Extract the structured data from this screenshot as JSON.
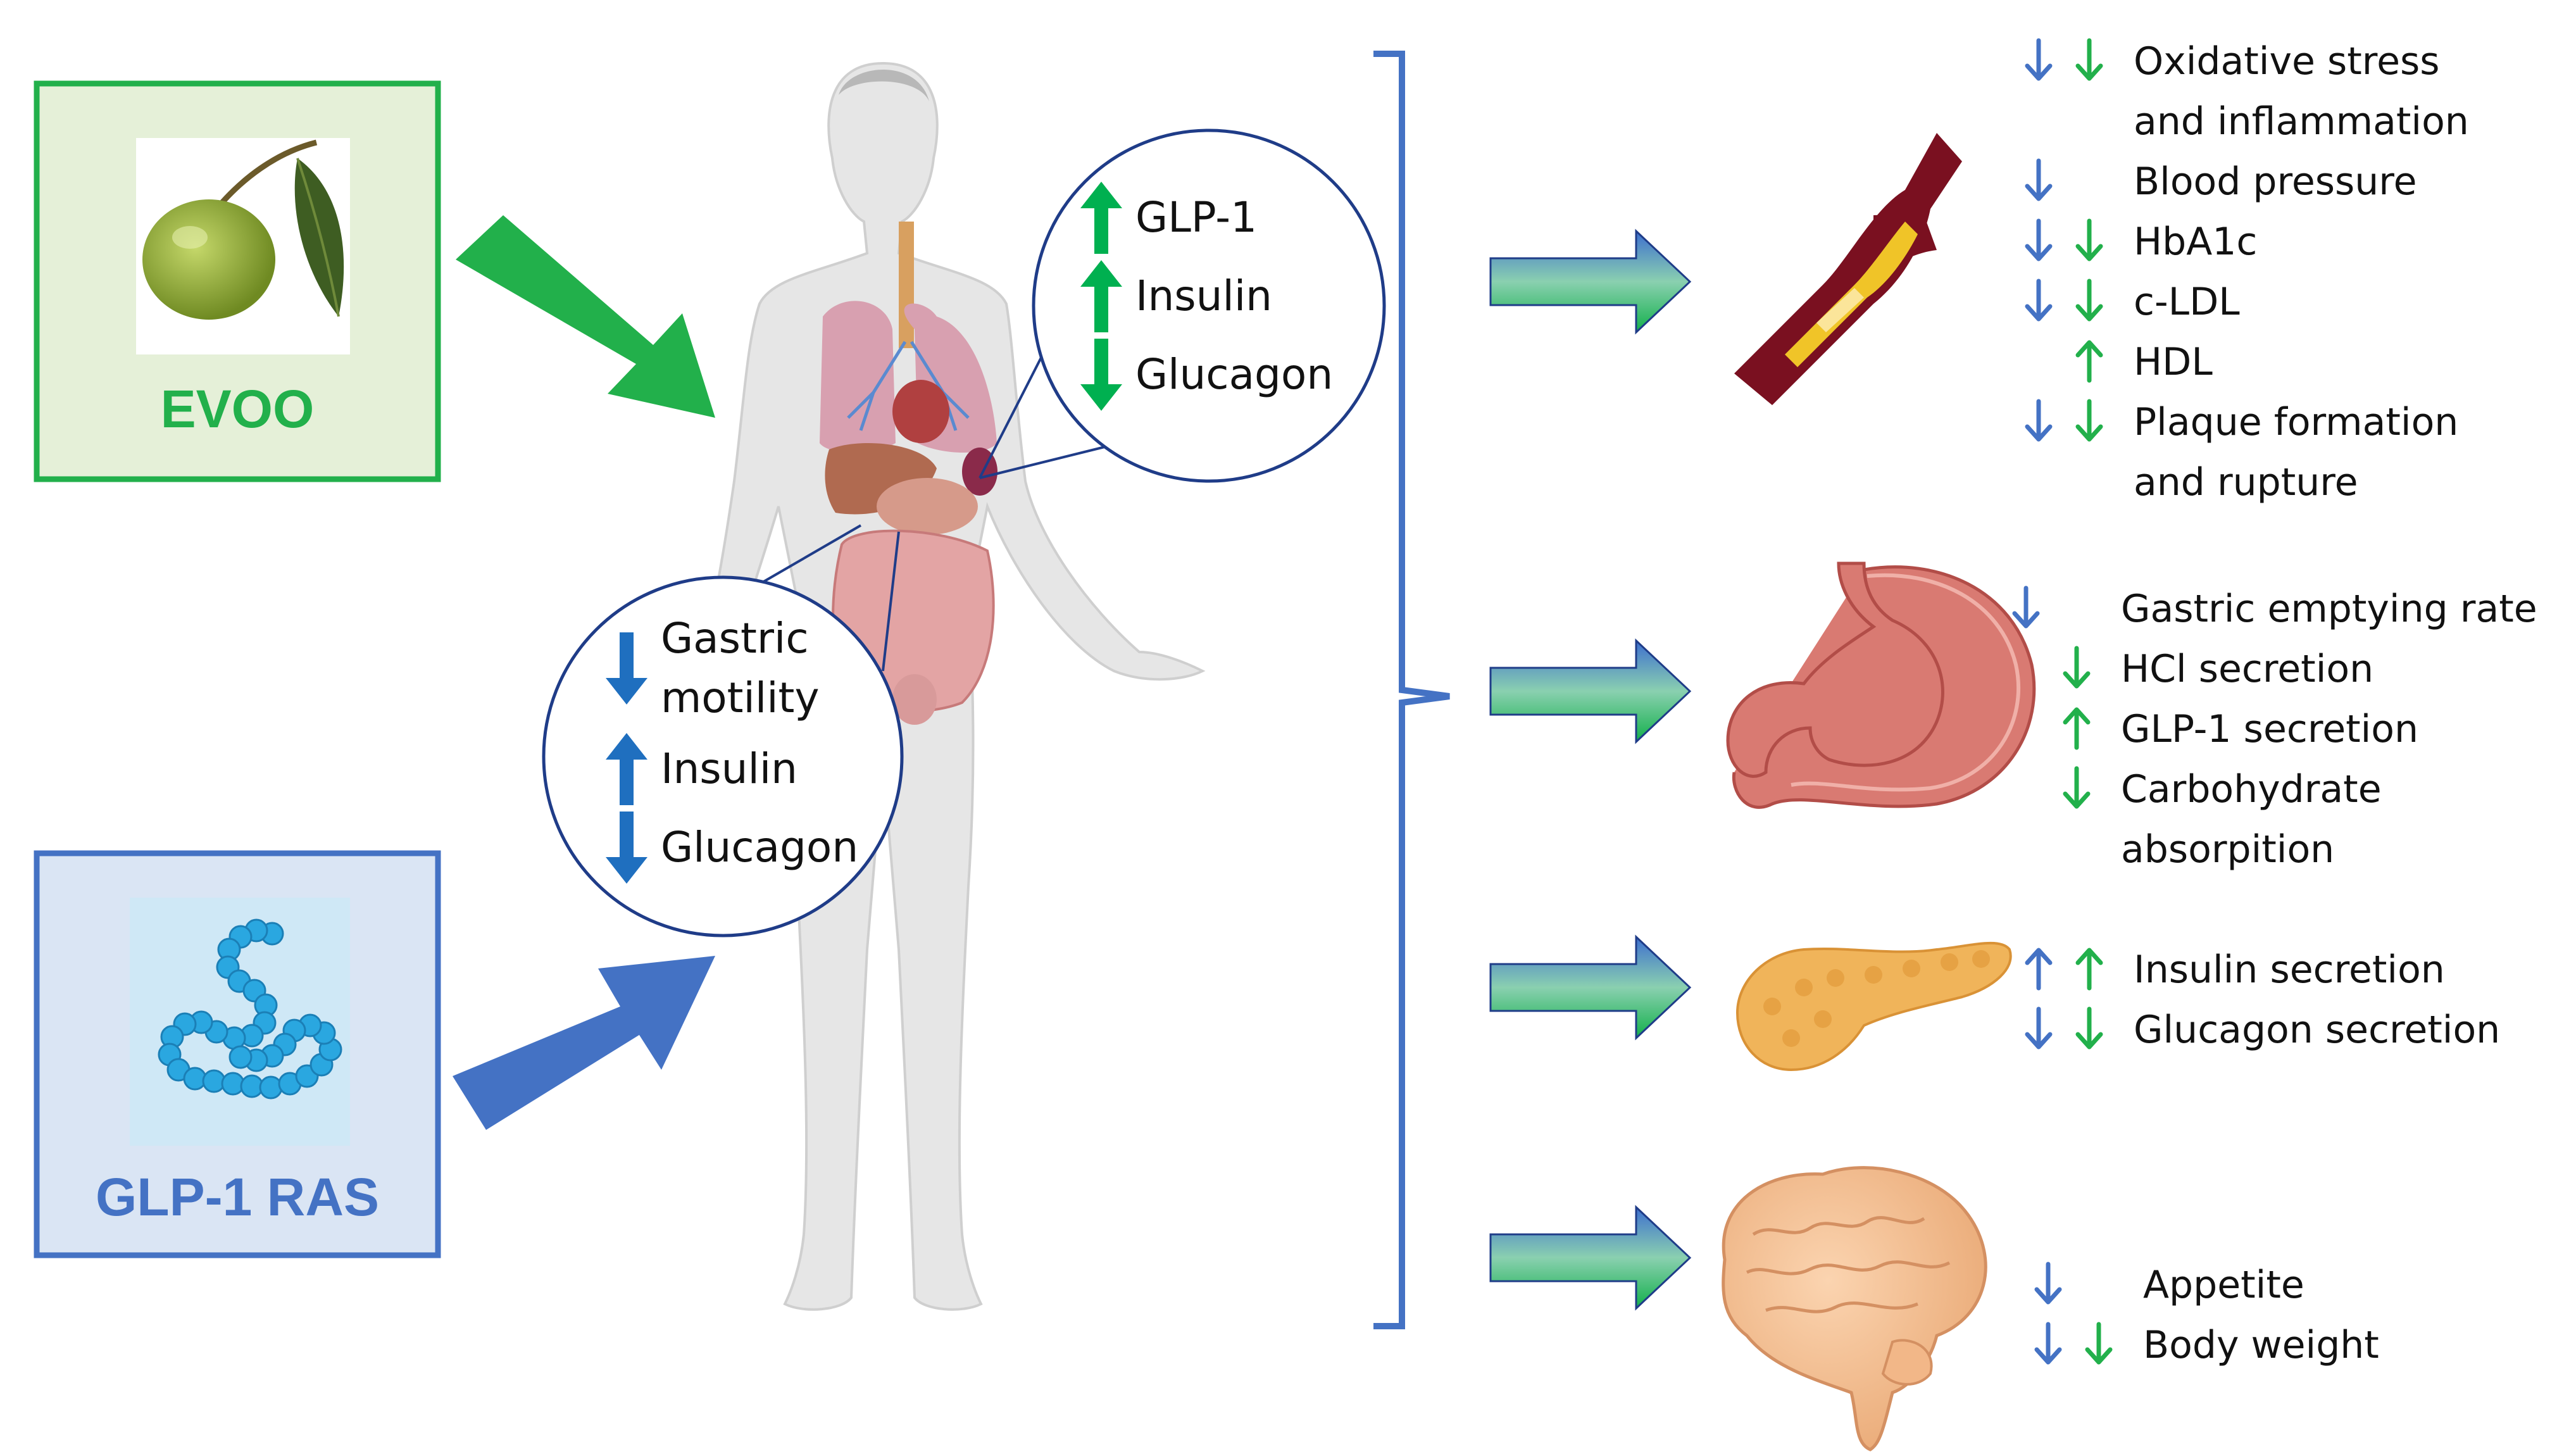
{
  "colors": {
    "evoo_green": "#22b04b",
    "glp_blue": "#4472c4",
    "arrow_green": "#00b050",
    "arrow_blue": "#1f6fbf",
    "bracket": "#4472c4"
  },
  "sources": {
    "evoo": {
      "label": "EVOO",
      "icon": "olive-icon"
    },
    "glp1": {
      "label": "GLP-1 RAS",
      "icon": "peptide-chain-icon"
    }
  },
  "body_callouts": {
    "pancreas": {
      "items": [
        {
          "dir": "up",
          "color": "green",
          "text": "GLP-1"
        },
        {
          "dir": "up",
          "color": "green",
          "text": "Insulin"
        },
        {
          "dir": "down",
          "color": "green",
          "text": "Glucagon"
        }
      ]
    },
    "gut": {
      "items": [
        {
          "dir": "down",
          "color": "blue",
          "lines": [
            "Gastric",
            "motility"
          ]
        },
        {
          "dir": "up",
          "color": "blue",
          "lines": [
            "Insulin"
          ]
        },
        {
          "dir": "down",
          "color": "blue",
          "lines": [
            "Glucagon"
          ]
        }
      ]
    }
  },
  "outcomes": {
    "vascular": {
      "icon": "blood-vessel-icon",
      "rows": [
        {
          "blue": "down",
          "green": "down",
          "lines": [
            "Oxidative stress",
            "and inflammation"
          ]
        },
        {
          "blue": "down",
          "green": "",
          "lines": [
            "Blood pressure"
          ]
        },
        {
          "blue": "down",
          "green": "down",
          "lines": [
            "HbA1c"
          ]
        },
        {
          "blue": "down",
          "green": "down",
          "lines": [
            "c-LDL"
          ]
        },
        {
          "blue": "",
          "green": "up",
          "lines": [
            "HDL"
          ]
        },
        {
          "blue": "down",
          "green": "down",
          "lines": [
            "Plaque formation",
            "and rupture"
          ]
        }
      ]
    },
    "stomach": {
      "icon": "stomach-icon",
      "rows": [
        {
          "blue": "down",
          "green": "",
          "lines": [
            "Gastric emptying rate"
          ]
        },
        {
          "blue": "",
          "green": "down",
          "lines": [
            "HCl secretion"
          ]
        },
        {
          "blue": "",
          "green": "up",
          "lines": [
            "GLP-1 secretion"
          ]
        },
        {
          "blue": "",
          "green": "down",
          "lines": [
            "Carbohydrate",
            "absorpition"
          ]
        }
      ]
    },
    "pancreas": {
      "icon": "pancreas-icon",
      "rows": [
        {
          "blue": "up",
          "green": "up",
          "lines": [
            "Insulin secretion"
          ]
        },
        {
          "blue": "down",
          "green": "down",
          "lines": [
            "Glucagon secretion"
          ]
        }
      ]
    },
    "brain": {
      "icon": "brain-icon",
      "rows": [
        {
          "blue": "down",
          "green": "",
          "lines": [
            "Appetite"
          ]
        },
        {
          "blue": "down",
          "green": "down",
          "lines": [
            "Body weight"
          ]
        }
      ]
    }
  }
}
